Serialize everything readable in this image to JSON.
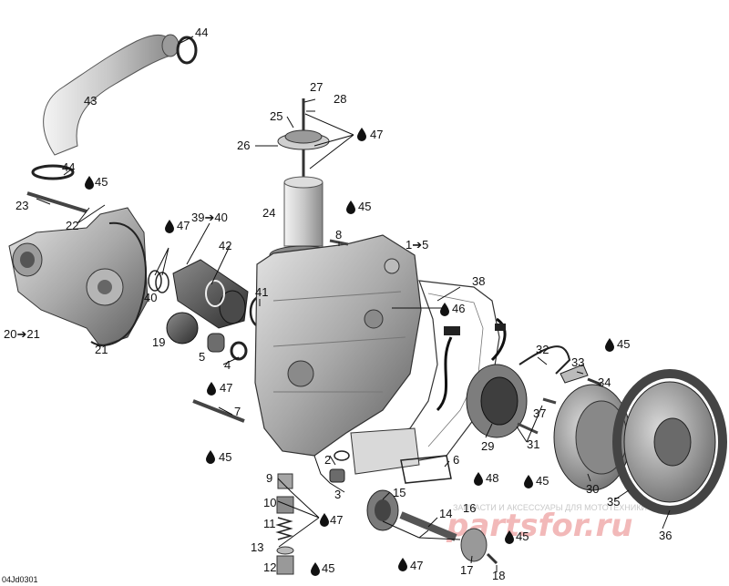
{
  "diagram": {
    "code": "04Jd0301",
    "watermark": {
      "top_text": "ЗАПЧАСТИ И АКСЕССУАРЫ ДЛЯ МОТОТЕХНИКИ",
      "logo_text": "partsfor.ru"
    },
    "labels": {
      "l44a": "44",
      "l43": "43",
      "l44b": "44",
      "l45a": "45",
      "l23": "23",
      "l22": "22",
      "l20": "20➔21",
      "l21": "21",
      "l47a": "47",
      "l40": "40",
      "l3940": "39➔40",
      "l42": "42",
      "l19": "19",
      "l5": "5",
      "l4": "4",
      "l47b": "47",
      "l7": "7",
      "l45b": "45",
      "l27": "27",
      "l28": "28",
      "l25": "25",
      "l47c": "47",
      "l26": "26",
      "l24": "24",
      "l45c": "45",
      "l8": "8",
      "l15r": "1➔5",
      "l41": "41",
      "l38": "38",
      "l46": "46",
      "l32": "32",
      "l33": "33",
      "l45d": "45",
      "l34": "34",
      "l37": "37",
      "l31": "31",
      "l29": "29",
      "l45e": "45",
      "l30": "30",
      "l35": "35",
      "l36": "36",
      "l2": "2",
      "l6": "6",
      "l48": "48",
      "l3": "3",
      "l15": "15",
      "l14": "14",
      "l16": "16",
      "l47d": "47",
      "l45f": "45",
      "l17": "17",
      "l18": "18",
      "l9": "9",
      "l10": "10",
      "l11": "11",
      "l47e": "47",
      "l13": "13",
      "l12": "12",
      "l45g": "45"
    }
  }
}
